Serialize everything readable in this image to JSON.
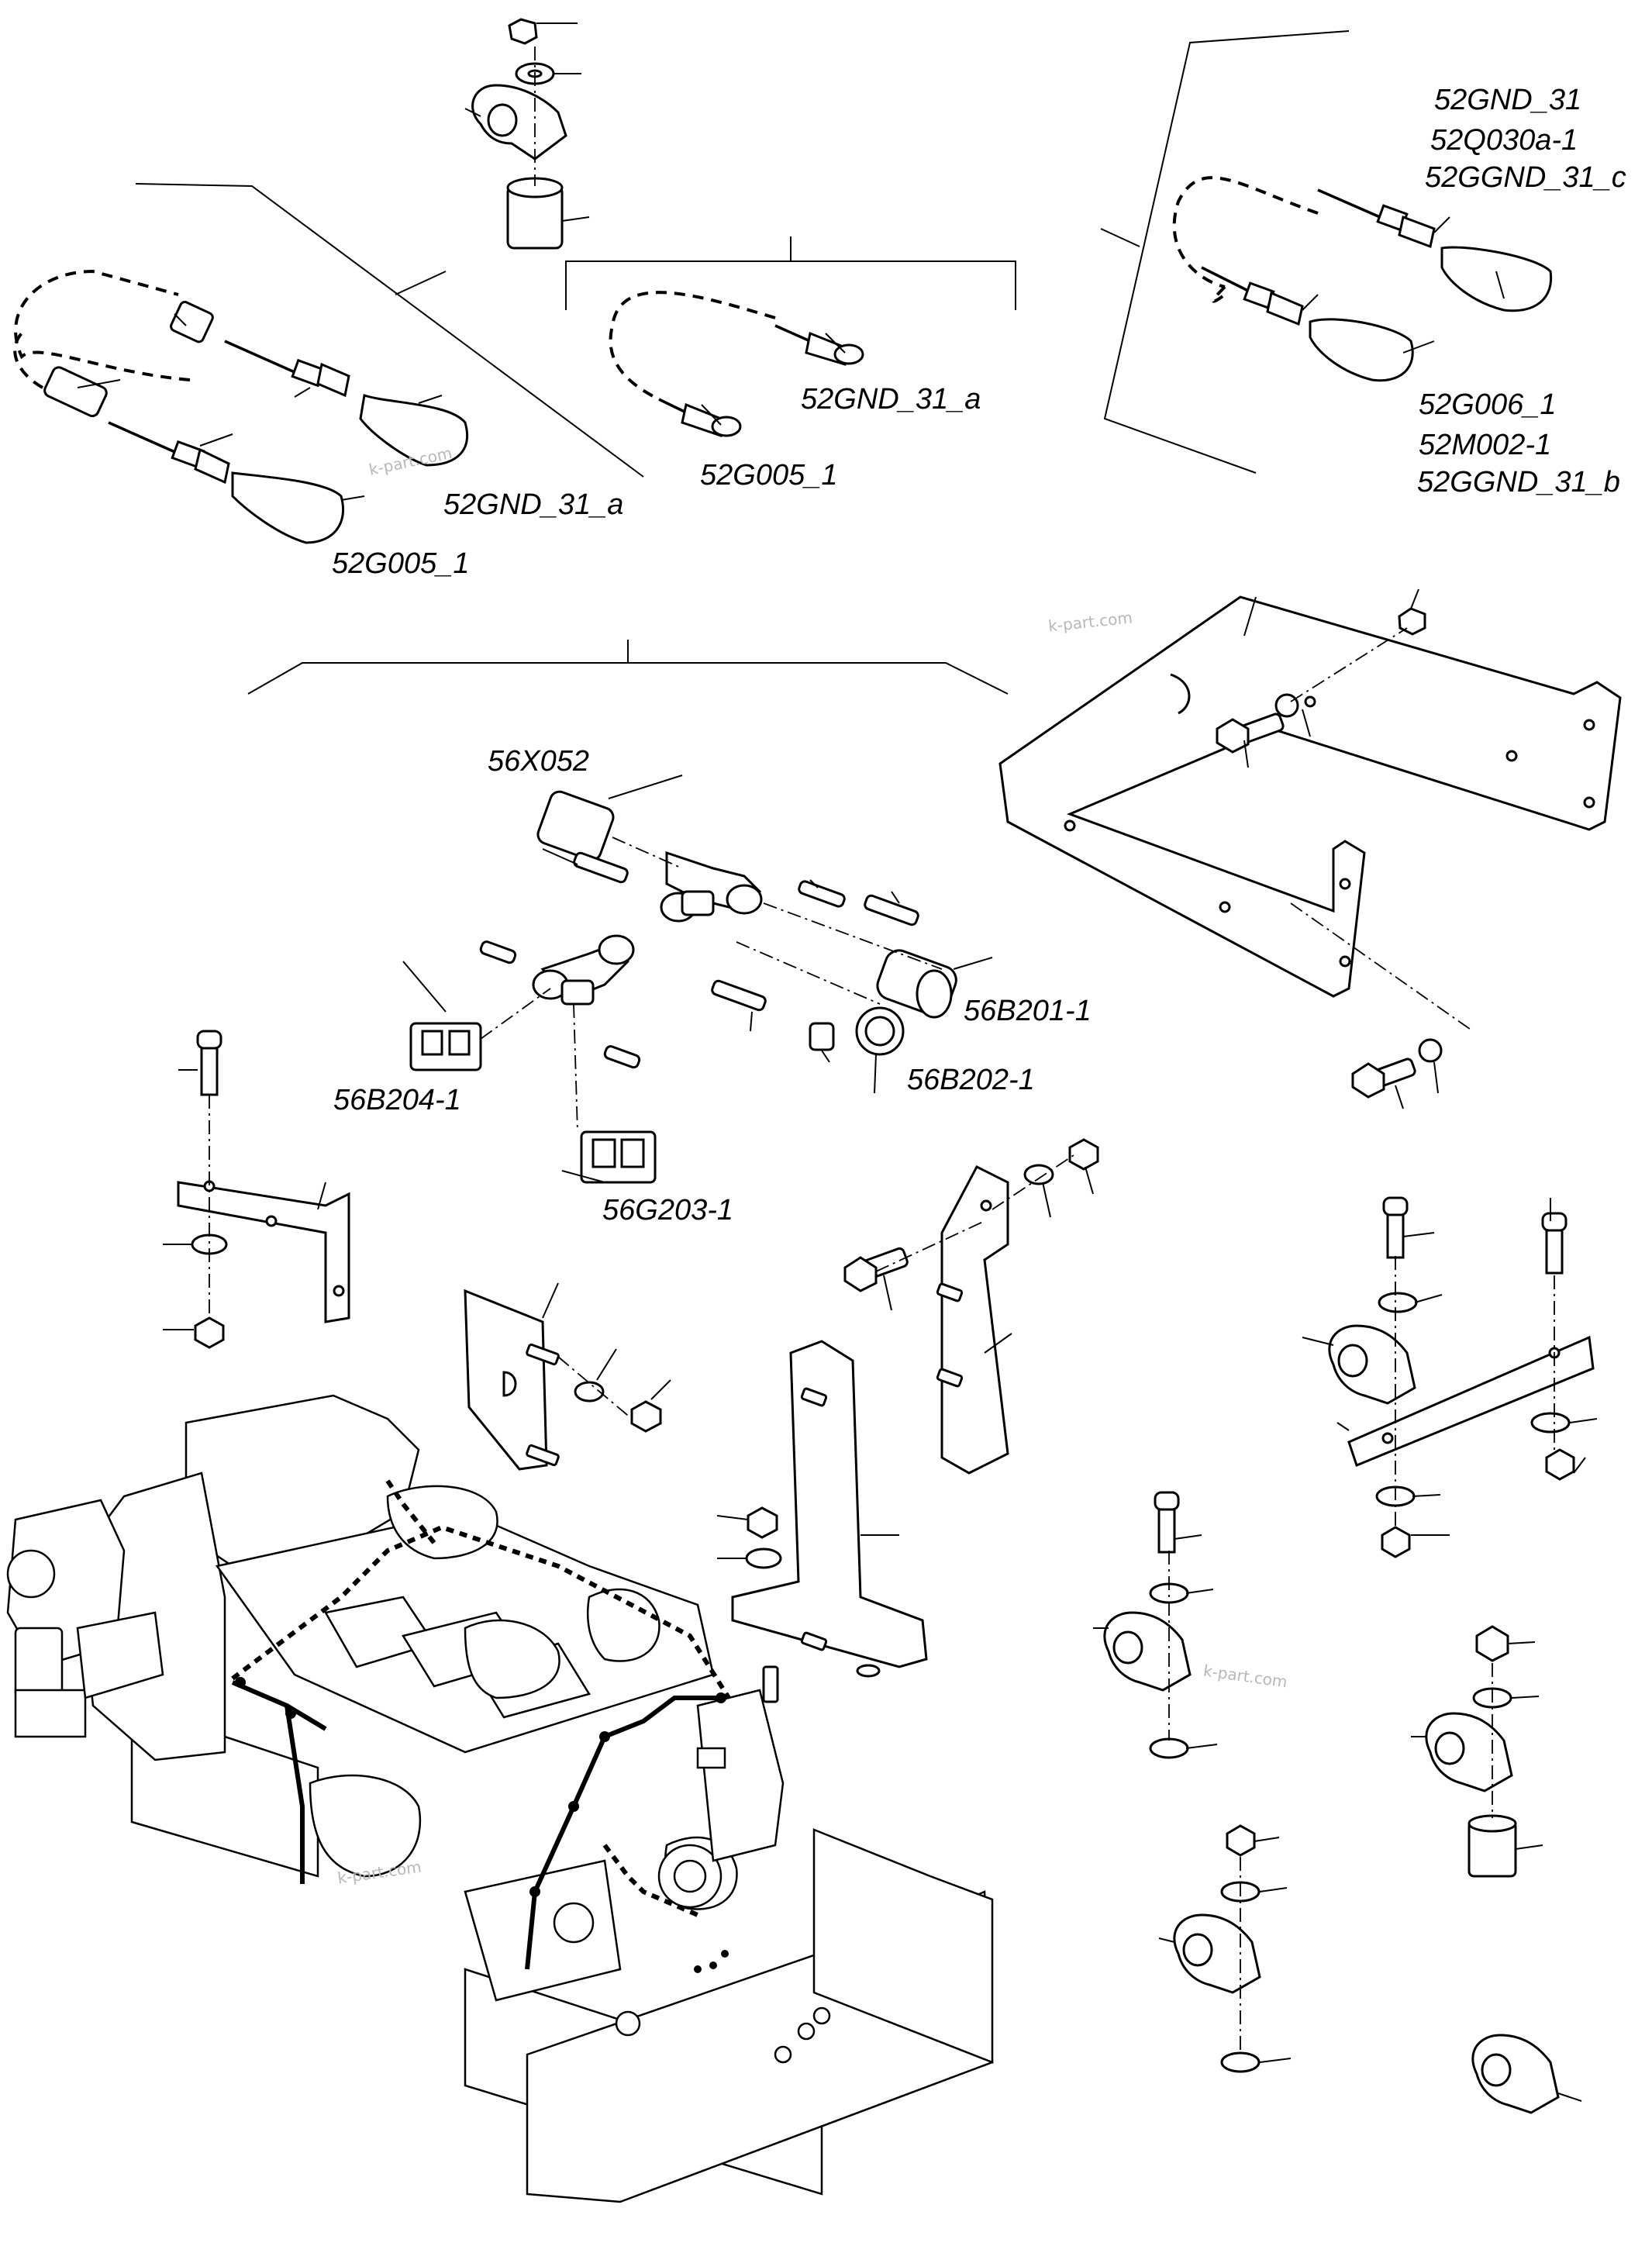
{
  "labels": {
    "top_right_1": "52GND_31",
    "top_right_2": "52Q030a-1",
    "top_right_3": "52GGND_31_c",
    "right_mid_1": "52G006_1",
    "right_mid_2": "52M002-1",
    "right_mid_3": "52GGND_31_b",
    "center_gnd": "52GND_31_a",
    "center_g005": "52G005_1",
    "left_gnd": "52GND_31_a",
    "left_g005": "52G005_1",
    "conn_x052": "56X052",
    "conn_b201": "56B201-1",
    "conn_b202": "56B202-1",
    "conn_b204": "56B204-1",
    "conn_g203": "56G203-1"
  },
  "watermarks": {
    "wm1": "k-part.com",
    "wm2": "k-part.com",
    "wm3": "k-part.com",
    "wm4": "k-part.com"
  }
}
